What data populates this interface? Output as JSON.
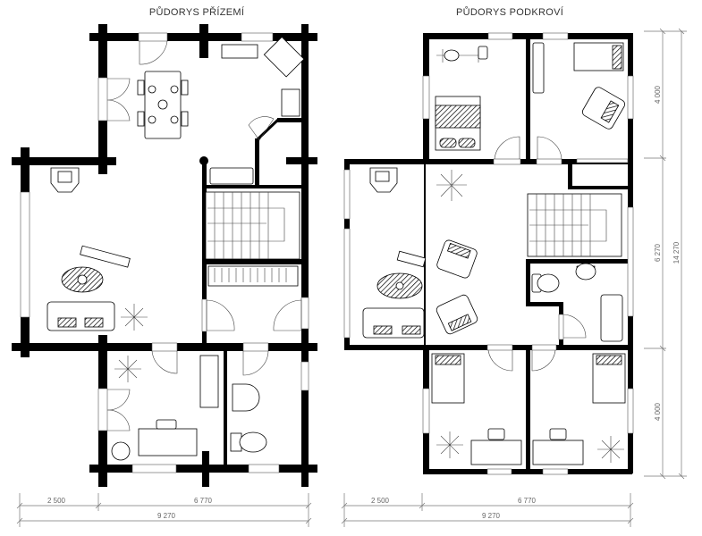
{
  "plans": [
    {
      "title": "PŮDORYS PŘÍZEMÍ",
      "dimensions": {
        "left_width": "2 500",
        "right_width": "6 770",
        "total_width": "9 270"
      }
    },
    {
      "title": "PŮDORYS PODKROVÍ",
      "dimensions": {
        "left_width": "2 500",
        "right_width": "6 770",
        "total_width": "9 270"
      }
    }
  ],
  "vertical_dimensions": {
    "top": "4 000",
    "middle": "6 270",
    "bottom": "4 000",
    "total": "14 270"
  },
  "colors": {
    "walls": "#000000",
    "dimension_lines": "#777777"
  }
}
